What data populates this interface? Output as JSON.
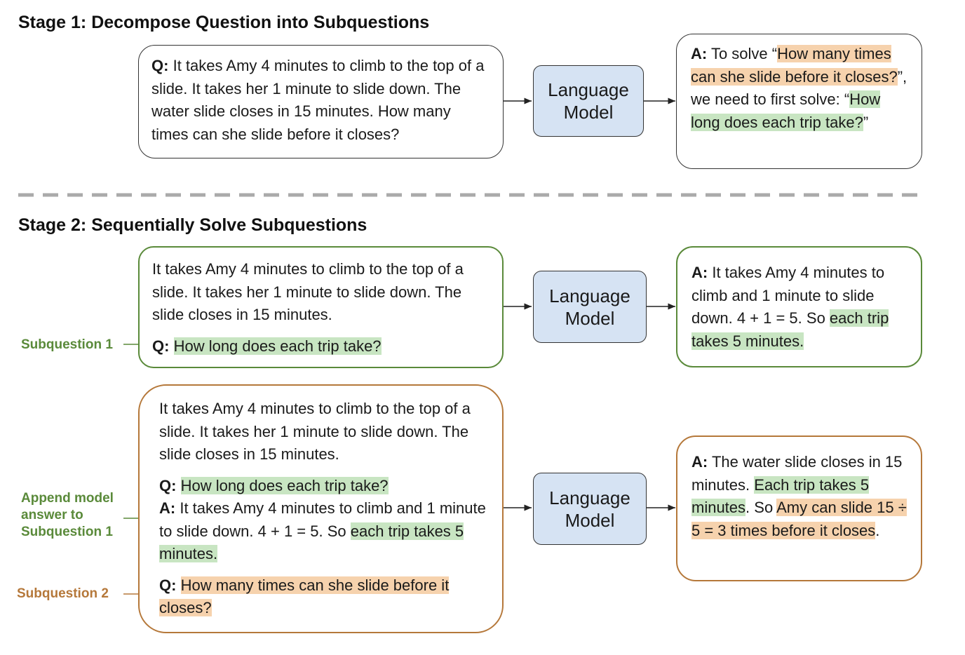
{
  "stage1": {
    "title": "Stage 1: Decompose Question into Subquestions",
    "question_prefix": "Q:",
    "question_text": "It takes Amy 4 minutes to climb to the top of a slide. It takes her 1 minute to slide down. The water slide closes in 15 minutes. How many times can she slide before it closes?",
    "lm_line1": "Language",
    "lm_line2": "Model",
    "answer_prefix": "A:",
    "answer_part1": "To solve “",
    "answer_hl_orange": "How many times can she slide before it closes?",
    "answer_part2": "”, we need to first solve: “",
    "answer_hl_green": "How long does each trip take?",
    "answer_part3": "”"
  },
  "stage2": {
    "title": "Stage 2: Sequentially Solve Subquestions",
    "sub1": {
      "label": "Subquestion 1",
      "context": "It takes Amy 4 minutes to climb to the top of a slide. It takes her 1 minute to slide down. The slide closes in 15 minutes.",
      "q_prefix": "Q:",
      "q_text": "How long does each trip take?",
      "lm_line1": "Language",
      "lm_line2": "Model",
      "a_prefix": "A:",
      "a_text": "It takes Amy 4 minutes to climb and 1 minute to slide down. 4 + 1 = 5. So ",
      "a_hl_green": "each trip takes 5 minutes."
    },
    "sub2": {
      "append_label": "Append model answer to Subquestion 1",
      "label": "Subquestion 2",
      "context": "It takes Amy 4 minutes to climb to the top of a slide. It takes her 1 minute to slide down. The slide closes in 15 minutes.",
      "q1_prefix": "Q:",
      "q1_text": "How long does each trip take?",
      "a1_prefix": "A:",
      "a1_text": "It takes Amy 4 minutes to climb and 1 minute to slide down. 4 + 1 = 5. So ",
      "a1_hl_green": "each trip takes 5 minutes.",
      "q2_prefix": "Q:",
      "q2_text": "How many times can she slide before it closes?",
      "lm_line1": "Language",
      "lm_line2": "Model",
      "a_prefix": "A:",
      "a_text": "The water slide closes in 15 minutes. ",
      "a_hl_green": "Each trip takes 5 minutes",
      "a_mid": ". So ",
      "a_hl_orange": "Amy can slide 15 ÷ 5 = 3 times before it closes",
      "a_end": "."
    }
  },
  "colors": {
    "green_border": "#5a8a3a",
    "orange_border": "#b5783a",
    "green_highlight": "#c8e5c2",
    "orange_highlight": "#f6d2ad",
    "lm_fill": "#d6e3f3"
  }
}
